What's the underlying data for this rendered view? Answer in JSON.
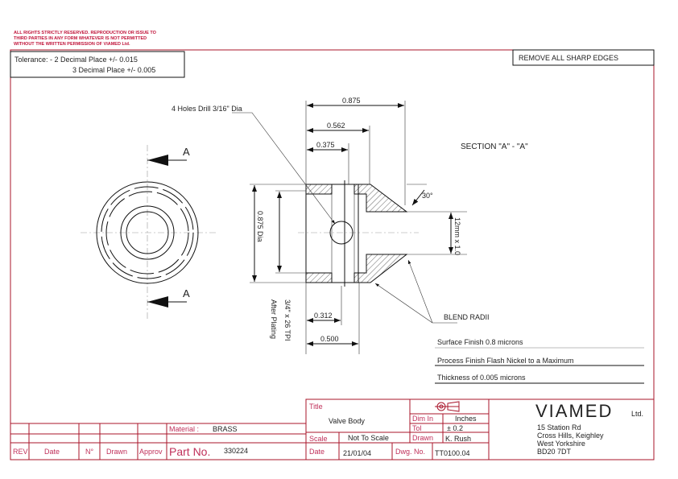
{
  "copyright": [
    "ALL RIGHTS STRICTLY RESERVED. REPRODUCTION OR ISSUE TO",
    "THIRD PARTIES IN ANY FORM WHATEVER IS NOT PERMITTED",
    "WITHOUT THE WRITTEN PERMISSION OF VIAMED Ltd."
  ],
  "tolerance": {
    "line1": "Tolerance: - 2 Decimal Place +/-  0.015",
    "line2": "3 Decimal Place +/-  0.005"
  },
  "note_edges": "REMOVE ALL SHARP EDGES",
  "section_marker": "A",
  "section_title": "SECTION \"A\" - \"A\"",
  "dimensions": {
    "holes": "4 Holes Drill 3/16\" Dia",
    "len_total": "0.875",
    "len_mid": "0.562",
    "len_hole": "0.375",
    "dia": "0.875 Dia",
    "thread": "3/4\" x 26 TPI",
    "thread_note": "After Plating",
    "len_312": "0.312",
    "len_500": "0.500",
    "bore": "12mm x 1.0",
    "angle": "30°"
  },
  "blend_radii": "BLEND RADII",
  "finishes": [
    "Surface Finish  0.8 microns",
    "Process Finish Flash Nickel to a Maximum",
    "Thickness of 0.005 microns"
  ],
  "revision_table": {
    "headers": [
      "REV",
      "Date",
      "N°",
      "Drawn",
      "Approv"
    ],
    "material_label": "Material :",
    "material_value": "BRASS",
    "part_label": "Part No.",
    "part_value": "330224"
  },
  "title_block": {
    "title_label": "Title",
    "title_value": "Valve Body",
    "scale_label": "Scale",
    "scale_value": "Not To Scale",
    "date_label": "Date",
    "date_value": "21/01/04",
    "dwg_label": "Dwg. No.",
    "dwg_value": "TT0100.04",
    "dim_label": "Dim In",
    "dim_value": "Inches",
    "tol_label": "Tol",
    "tol_value": "± 0.2",
    "drawn_label": "Drawn",
    "drawn_value": "K. Rush"
  },
  "company": {
    "name": "VIAMED",
    "suffix": "Ltd.",
    "address": [
      "15 Station Rd",
      "Cross Hills, Keighley",
      "West Yorkshire",
      "BD20 7DT"
    ]
  }
}
